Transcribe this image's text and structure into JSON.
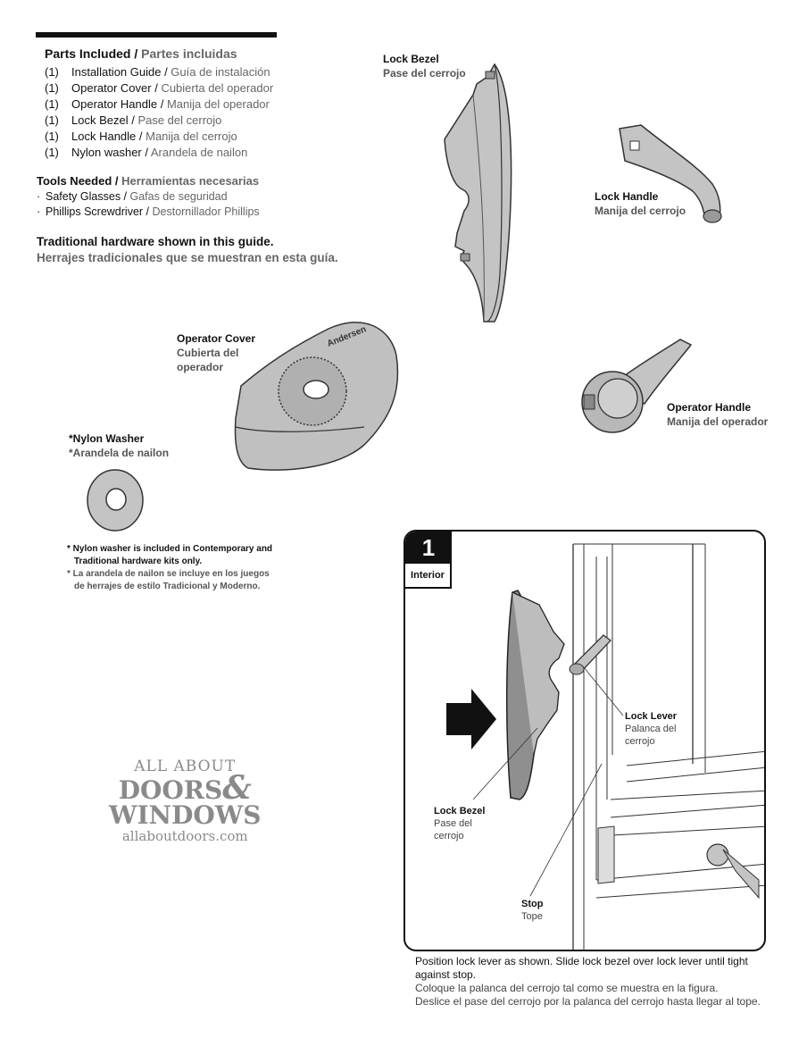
{
  "parts": {
    "title_en": "Parts Included /",
    "title_es": " Partes incluidas",
    "items": [
      {
        "qty": "(1)",
        "en": "Installation Guide /",
        "es": " Guía de instalación"
      },
      {
        "qty": "(1)",
        "en": "Operator Cover /",
        "es": " Cubierta del operador"
      },
      {
        "qty": "(1)",
        "en": "Operator Handle /",
        "es": " Manija del operador"
      },
      {
        "qty": "(1)",
        "en": "Lock Bezel /",
        "es": " Pase del cerrojo"
      },
      {
        "qty": "(1)",
        "en": "Lock Handle /",
        "es": " Manija del cerrojo"
      },
      {
        "qty": "(1)",
        "en": "Nylon washer /",
        "es": " Arandela de nailon"
      }
    ]
  },
  "tools": {
    "title_en": "Tools Needed /",
    "title_es": " Herramientas necesarias",
    "items": [
      {
        "bullet": "·",
        "en": "Safety Glasses /",
        "es": " Gafas de seguridad"
      },
      {
        "bullet": "·",
        "en": "Phillips Screwdriver /",
        "es": " Destornillador Phillips"
      }
    ]
  },
  "traditional": {
    "en": "Traditional hardware shown in this guide.",
    "es": "Herrajes tradicionales que se muestran en esta guía."
  },
  "labels": {
    "lock_bezel_en": "Lock Bezel",
    "lock_bezel_es": "Pase del cerrojo",
    "lock_handle_en": "Lock Handle",
    "lock_handle_es": "Manija del cerrojo",
    "operator_cover_en": "Operator Cover",
    "operator_cover_es_1": "Cubierta del",
    "operator_cover_es_2": "operador",
    "operator_cover_brand": "Andersen",
    "operator_handle_en": "Operator Handle",
    "operator_handle_es": "Manija del operador",
    "nylon_en": "*Nylon Washer",
    "nylon_es": "*Arandela de nailon"
  },
  "note": {
    "en_1": "* Nylon washer is included in Contemporary and",
    "en_2": "Traditional hardware kits only.",
    "es_1": "* La arandela de nailon se incluye en los juegos",
    "es_2": "de herrajes de estilo Tradicional y Moderno."
  },
  "watermark": {
    "line1": "ALL ABOUT",
    "line2": "DOORS",
    "amp": "&",
    "line3": "WINDOWS",
    "line4": "allaboutdoors.com"
  },
  "step": {
    "number": "1",
    "tag": "Interior",
    "lock_lever_en": "Lock Lever",
    "lock_lever_es_1": "Palanca del",
    "lock_lever_es_2": "cerrojo",
    "lock_bezel_en": "Lock Bezel",
    "lock_bezel_es_1": "Pase del",
    "lock_bezel_es_2": "cerrojo",
    "stop_en": "Stop",
    "stop_es": "Tope"
  },
  "caption": {
    "en_1": "Position lock lever as shown. Slide lock bezel over lock lever until tight",
    "en_2": "against stop.",
    "es_1": "Coloque la palanca del cerrojo tal como se muestra en la figura.",
    "es_2": "Deslice el pase del cerrojo por la palanca del cerrojo hasta llegar al tope."
  },
  "colors": {
    "part_fill": "#bdbdbd",
    "part_dark": "#8c8c8c",
    "line": "#222222",
    "accent": "#111111"
  },
  "icons": [
    "lock-bezel-icon",
    "lock-handle-icon",
    "operator-cover-icon",
    "operator-handle-icon",
    "nylon-washer-icon",
    "arrow-icon",
    "window-frame-icon"
  ]
}
